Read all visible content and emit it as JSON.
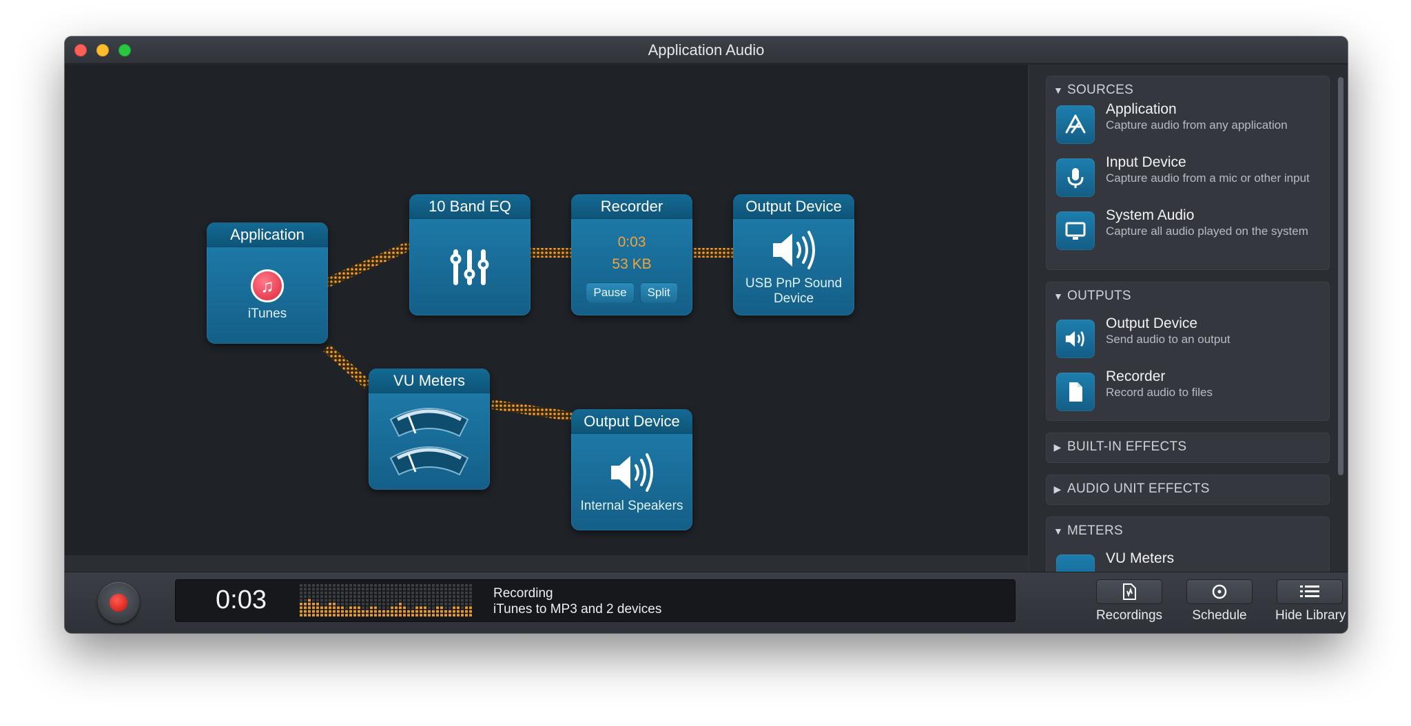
{
  "window": {
    "title": "Application Audio"
  },
  "nodes": {
    "application": {
      "title": "Application",
      "caption": "iTunes"
    },
    "eq": {
      "title": "10 Band EQ"
    },
    "recorder": {
      "title": "Recorder",
      "time": "0:03",
      "size": "53 KB",
      "pause_label": "Pause",
      "split_label": "Split"
    },
    "output_usb": {
      "title": "Output Device",
      "caption": "USB PnP Sound Device"
    },
    "vu": {
      "title": "VU Meters"
    },
    "output_internal": {
      "title": "Output Device",
      "caption": "Internal Speakers"
    }
  },
  "sidebar": {
    "sources": {
      "title": "SOURCES",
      "items": [
        {
          "title": "Application",
          "desc": "Capture audio from any application",
          "icon": "app-store-icon"
        },
        {
          "title": "Input Device",
          "desc": "Capture audio from a mic or other input",
          "icon": "microphone-icon"
        },
        {
          "title": "System Audio",
          "desc": "Capture all audio played on the system",
          "icon": "monitor-icon"
        }
      ]
    },
    "outputs": {
      "title": "OUTPUTS",
      "items": [
        {
          "title": "Output Device",
          "desc": "Send audio to an output",
          "icon": "speaker-icon"
        },
        {
          "title": "Recorder",
          "desc": "Record audio to files",
          "icon": "document-icon"
        }
      ]
    },
    "builtin_effects": {
      "title": "BUILT-IN EFFECTS"
    },
    "audio_unit_effects": {
      "title": "AUDIO UNIT EFFECTS"
    },
    "meters": {
      "title": "METERS",
      "items": [
        {
          "title": "VU Meters",
          "icon": "vu-meter-icon"
        }
      ]
    }
  },
  "bottombar": {
    "time": "0:03",
    "status_title": "Recording",
    "status_detail": "iTunes to MP3 and 2 devices",
    "recordings_label": "Recordings",
    "schedule_label": "Schedule",
    "hide_library_label": "Hide Library"
  },
  "colors": {
    "node_blue": "#1a73a3",
    "wire_orange": "#f0a030",
    "accent_orange": "#f3a33a",
    "record_red": "#e0241c"
  }
}
